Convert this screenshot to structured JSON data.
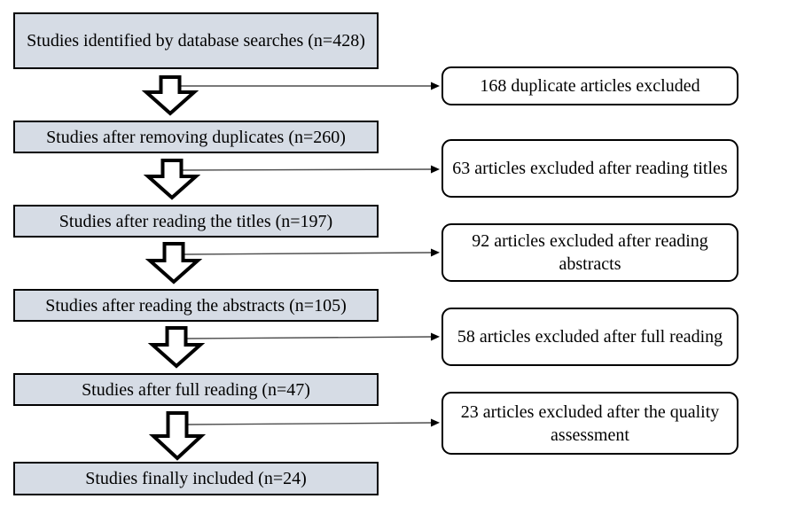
{
  "flowchart": {
    "kind": "study-selection-flow-diagram",
    "left_column": [
      {
        "label": "Studies identified by database searches (n=428)",
        "n": 428
      },
      {
        "label": "Studies after removing duplicates (n=260)",
        "n": 260
      },
      {
        "label": "Studies after reading the titles (n=197)",
        "n": 197
      },
      {
        "label": "Studies after reading the abstracts (n=105)",
        "n": 105
      },
      {
        "label": "Studies after full reading (n=47)",
        "n": 47
      },
      {
        "label": "Studies finally included (n=24)",
        "n": 24
      }
    ],
    "right_column": [
      {
        "label": "168 duplicate articles excluded",
        "n_excluded": 168
      },
      {
        "label": "63 articles excluded after reading titles",
        "n_excluded": 63
      },
      {
        "label": "92 articles excluded after reading abstracts",
        "n_excluded": 92
      },
      {
        "label": "58 articles excluded after full reading",
        "n_excluded": 58
      },
      {
        "label": "23 articles excluded after the quality assessment",
        "n_excluded": 23
      }
    ],
    "colors": {
      "process_box_fill": "#d6dce5",
      "excluded_box_fill": "#ffffff",
      "box_border": "#000000",
      "block_arrow_fill": "#ffffff",
      "block_arrow_stroke": "#000000",
      "connector_line": "#4d4d4d"
    }
  }
}
